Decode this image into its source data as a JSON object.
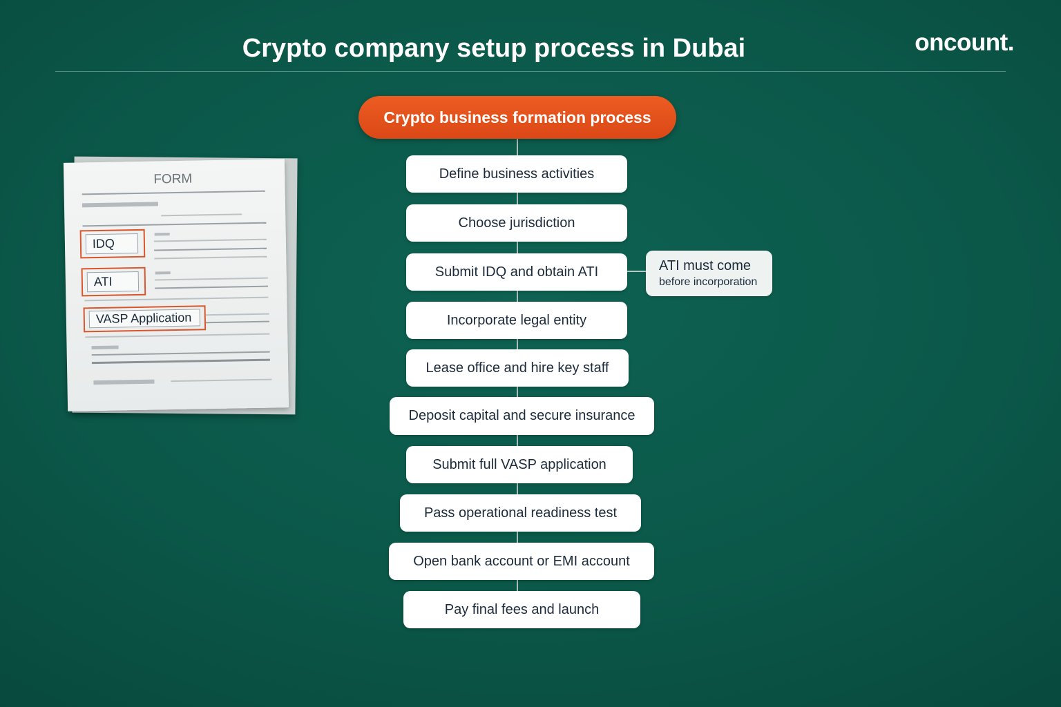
{
  "title": "Crypto company setup process in Dubai",
  "logo": "oncount.",
  "process": {
    "header": "Crypto business formation process",
    "steps": [
      "Define business activities",
      "Choose jurisdiction",
      "Submit IDQ and obtain ATI",
      "Incorporate legal entity",
      "Lease office and hire key staff",
      "Deposit capital and secure insurance",
      "Submit full VASP application",
      "Pass operational readiness test",
      "Open bank account or EMI account",
      "Pay final fees and launch"
    ],
    "note": {
      "line1": "ATI must come",
      "line2": "before incorporation"
    }
  },
  "form": {
    "heading": "FORM",
    "fields": [
      "IDQ",
      "ATI",
      "VASP Application"
    ]
  },
  "colors": {
    "background": "#0b5849",
    "accent": "#e04f1a",
    "card": "#ffffff",
    "card_text": "#1c2b3b",
    "field_highlight": "#d8562c"
  }
}
